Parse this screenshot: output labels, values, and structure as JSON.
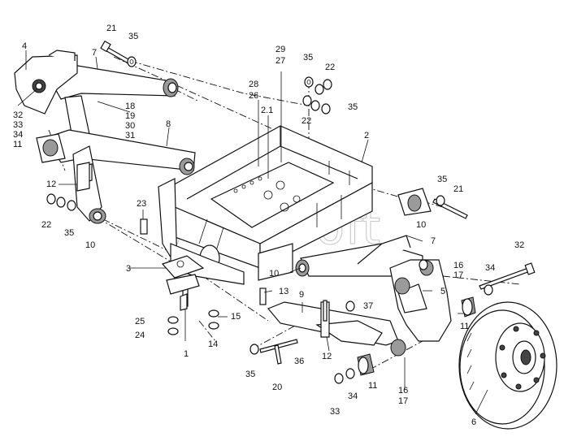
{
  "watermark": "AutoSoft",
  "callouts": [
    {
      "id": "c4",
      "text": "4"
    },
    {
      "id": "c7a",
      "text": "7"
    },
    {
      "id": "c21a",
      "text": "21"
    },
    {
      "id": "c35a",
      "text": "35"
    },
    {
      "id": "c29",
      "text": "29"
    },
    {
      "id": "c27",
      "text": "27"
    },
    {
      "id": "c35b",
      "text": "35"
    },
    {
      "id": "c22a",
      "text": "22"
    },
    {
      "id": "c22b",
      "text": "22"
    },
    {
      "id": "c35c",
      "text": "35"
    },
    {
      "id": "c28",
      "text": "28"
    },
    {
      "id": "c26",
      "text": "26"
    },
    {
      "id": "c21b",
      "text": "2.1"
    },
    {
      "id": "c18",
      "text": "18"
    },
    {
      "id": "c19",
      "text": "19"
    },
    {
      "id": "c30",
      "text": "30"
    },
    {
      "id": "c31",
      "text": "31"
    },
    {
      "id": "c32a",
      "text": "32"
    },
    {
      "id": "c33a",
      "text": "33"
    },
    {
      "id": "c34a",
      "text": "34"
    },
    {
      "id": "c11a",
      "text": "11"
    },
    {
      "id": "c8",
      "text": "8"
    },
    {
      "id": "c2",
      "text": "2"
    },
    {
      "id": "c12a",
      "text": "12"
    },
    {
      "id": "c35d",
      "text": "35"
    },
    {
      "id": "c21c",
      "text": "21"
    },
    {
      "id": "c22c",
      "text": "22"
    },
    {
      "id": "c35e",
      "text": "35"
    },
    {
      "id": "c10a",
      "text": "10"
    },
    {
      "id": "c23",
      "text": "23"
    },
    {
      "id": "c10b",
      "text": "10"
    },
    {
      "id": "c7b",
      "text": "7"
    },
    {
      "id": "c32b",
      "text": "32"
    },
    {
      "id": "c3",
      "text": "3"
    },
    {
      "id": "c10c",
      "text": "10"
    },
    {
      "id": "c16a",
      "text": "16"
    },
    {
      "id": "c17a",
      "text": "17"
    },
    {
      "id": "c34b",
      "text": "34"
    },
    {
      "id": "c13",
      "text": "13"
    },
    {
      "id": "c9",
      "text": "9"
    },
    {
      "id": "c5",
      "text": "5"
    },
    {
      "id": "c37",
      "text": "37"
    },
    {
      "id": "c15",
      "text": "15"
    },
    {
      "id": "c25",
      "text": "25"
    },
    {
      "id": "c24",
      "text": "24"
    },
    {
      "id": "c14",
      "text": "14"
    },
    {
      "id": "c11b",
      "text": "11"
    },
    {
      "id": "c1",
      "text": "1"
    },
    {
      "id": "c12b",
      "text": "12"
    },
    {
      "id": "c36",
      "text": "36"
    },
    {
      "id": "c35f",
      "text": "35"
    },
    {
      "id": "c11c",
      "text": "11"
    },
    {
      "id": "c16b",
      "text": "16"
    },
    {
      "id": "c17b",
      "text": "17"
    },
    {
      "id": "c20",
      "text": "20"
    },
    {
      "id": "c33b",
      "text": "33"
    },
    {
      "id": "c34c",
      "text": "34"
    },
    {
      "id": "c6",
      "text": "6"
    }
  ]
}
